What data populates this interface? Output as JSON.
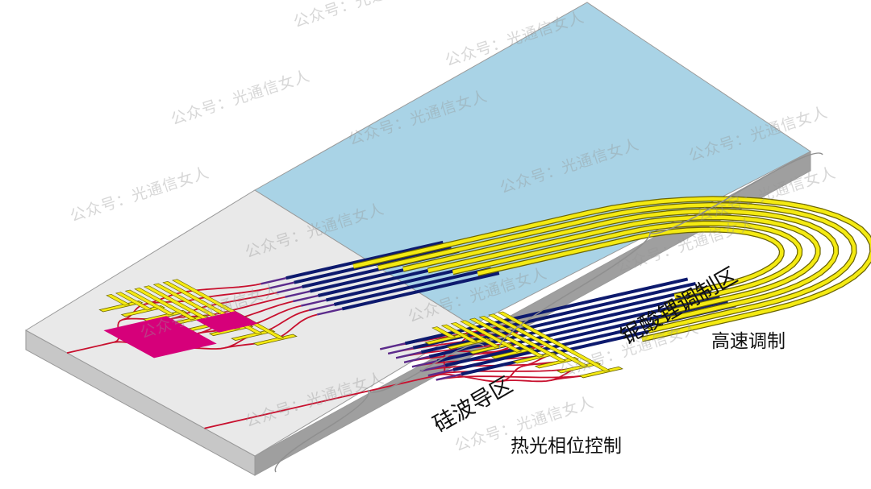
{
  "colors": {
    "chip_top_silicon": "#e9e9e9",
    "chip_top_linbo3": "#a9d3e6",
    "chip_side_front": "#c7c7c7",
    "chip_side_right": "#9f9f9f",
    "si_waveguide": "#c8102e",
    "transition": "#5b2b8c",
    "ln_waveguide": "#0d1a6e",
    "electrode_fill": "#f4ea12",
    "electrode_edge": "#6b6400",
    "pad": "#d6007a",
    "brace": "#8f8f8f",
    "watermark": "rgba(150,150,150,0.38)"
  },
  "labels": {
    "silicon_region": "硅波导区",
    "silicon_function": "热光相位控制",
    "linbo3_region": "铌酸锂调制区",
    "linbo3_function": "高速调制"
  },
  "watermark": "公众号：光通信女人",
  "waveguide_channel_count": 8,
  "icons": {
    "input_pad": "magenta-bond-pad",
    "electrodes": "yellow-metal-electrode"
  }
}
